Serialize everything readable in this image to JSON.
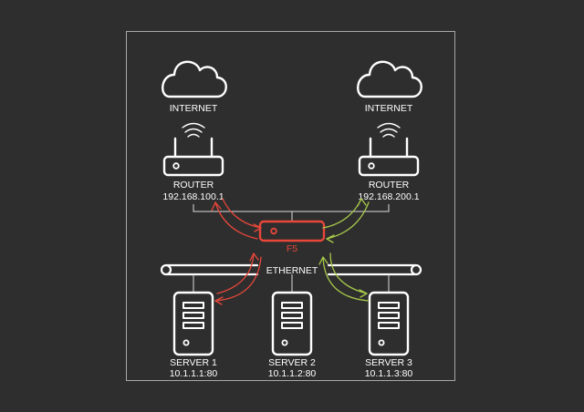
{
  "colors": {
    "background": "#2e2e2e",
    "frame": "#a8a8a8",
    "line": "#ffffff",
    "f5_accent": "#e8473a",
    "path_red": "#e8473a",
    "path_green": "#a8c94a"
  },
  "internet": [
    {
      "label": "INTERNET",
      "icon": "cloud-icon"
    },
    {
      "label": "INTERNET",
      "icon": "cloud-icon"
    }
  ],
  "routers": [
    {
      "label": "ROUTER",
      "ip": "192.168.100.1",
      "icon": "router-icon"
    },
    {
      "label": "ROUTER",
      "ip": "192.168.200.1",
      "icon": "router-icon"
    }
  ],
  "load_balancer": {
    "label": "F5",
    "icon": "load-balancer-icon"
  },
  "network": {
    "label": "ETHERNET",
    "icon": "ethernet-bus-icon"
  },
  "servers": [
    {
      "label": "SERVER 1",
      "address": "10.1.1.1:80",
      "icon": "server-icon"
    },
    {
      "label": "SERVER 2",
      "address": "10.1.1.2:80",
      "icon": "server-icon"
    },
    {
      "label": "SERVER 3",
      "address": "10.1.1.3:80",
      "icon": "server-icon"
    }
  ]
}
